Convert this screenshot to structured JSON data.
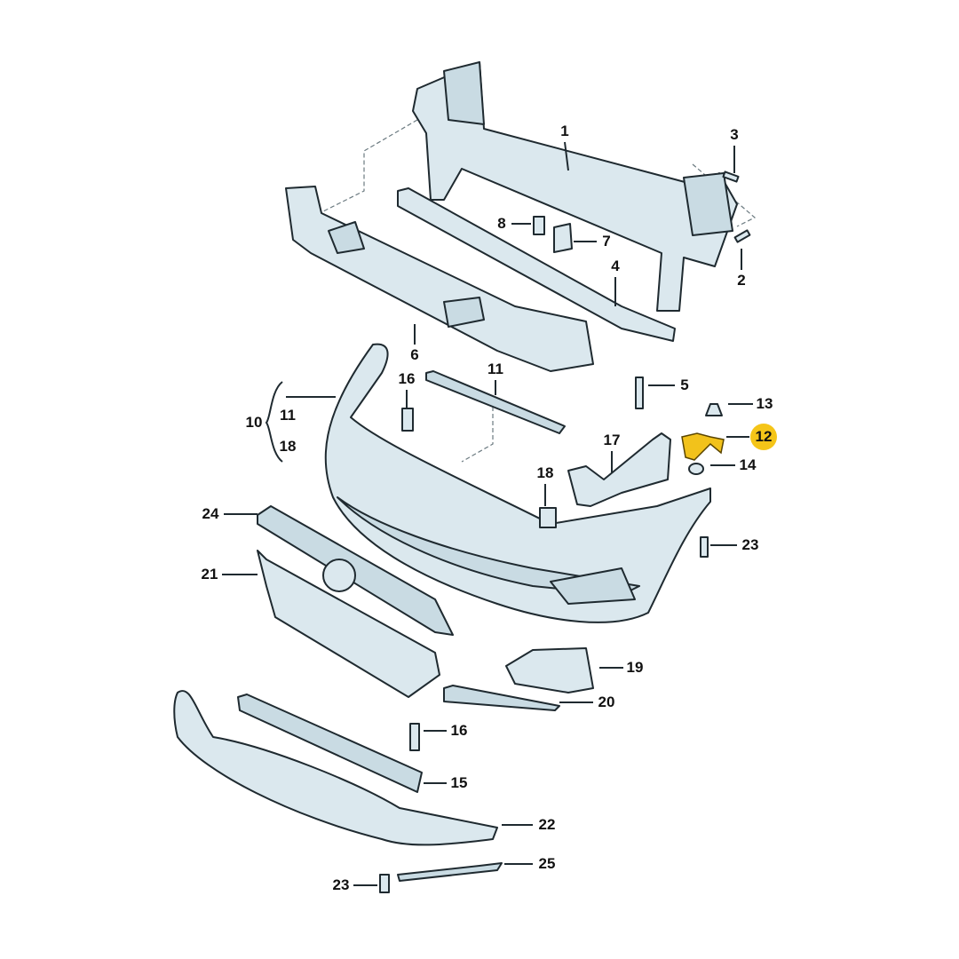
{
  "diagram": {
    "title": "Front bumper exploded parts diagram",
    "highlight_color": "#f5c518",
    "part_color": "#dbe8ee",
    "callouts": [
      {
        "id": "c1",
        "label": "1"
      },
      {
        "id": "c2",
        "label": "2"
      },
      {
        "id": "c3",
        "label": "3"
      },
      {
        "id": "c4",
        "label": "4"
      },
      {
        "id": "c5",
        "label": "5"
      },
      {
        "id": "c6",
        "label": "6"
      },
      {
        "id": "c7",
        "label": "7"
      },
      {
        "id": "c8",
        "label": "8"
      },
      {
        "id": "c11a",
        "label": "11"
      },
      {
        "id": "c16a",
        "label": "16"
      },
      {
        "id": "c13",
        "label": "13"
      },
      {
        "id": "c12",
        "label": "12",
        "highlighted": true
      },
      {
        "id": "c14",
        "label": "14"
      },
      {
        "id": "c10",
        "label": "10"
      },
      {
        "id": "c10_11",
        "label": "11"
      },
      {
        "id": "c10_18",
        "label": "18"
      },
      {
        "id": "c17",
        "label": "17"
      },
      {
        "id": "c18",
        "label": "18"
      },
      {
        "id": "c23a",
        "label": "23"
      },
      {
        "id": "c24",
        "label": "24"
      },
      {
        "id": "c21",
        "label": "21"
      },
      {
        "id": "c19",
        "label": "19"
      },
      {
        "id": "c20",
        "label": "20"
      },
      {
        "id": "c16b",
        "label": "16"
      },
      {
        "id": "c15",
        "label": "15"
      },
      {
        "id": "c22",
        "label": "22"
      },
      {
        "id": "c25",
        "label": "25"
      },
      {
        "id": "c23b",
        "label": "23"
      }
    ]
  }
}
